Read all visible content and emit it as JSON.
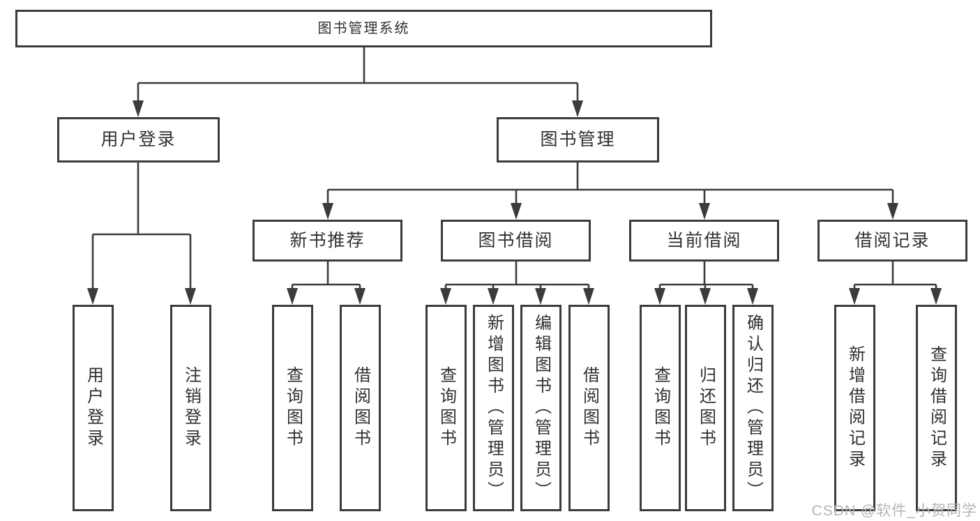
{
  "nodes": {
    "root": "图书管理系统",
    "user_login_branch": "用户登录",
    "book_mgmt_branch": "图书管理",
    "user_login_leaves": [
      "用户登录",
      "注销登录"
    ],
    "new_book_recommend": "新书推荐",
    "new_book_leaves": [
      "查询图书",
      "借阅图书"
    ],
    "book_borrow": "图书借阅",
    "book_borrow_leaves": [
      "查询图书",
      "新增图书（管理员）",
      "编辑图书（管理员）",
      "借阅图书"
    ],
    "current_borrow": "当前借阅",
    "current_borrow_leaves": [
      "查询图书",
      "归还图书",
      "确认归还（管理员）"
    ],
    "borrow_record": "借阅记录",
    "borrow_record_leaves": [
      "新增借阅记录",
      "查询借阅记录"
    ]
  },
  "watermark": "CSDN @软件_小贺同学",
  "colors": {
    "line": "#3b3b3b",
    "text": "#303030",
    "watermark": "#b9b2b2",
    "background": "#ffffff"
  }
}
